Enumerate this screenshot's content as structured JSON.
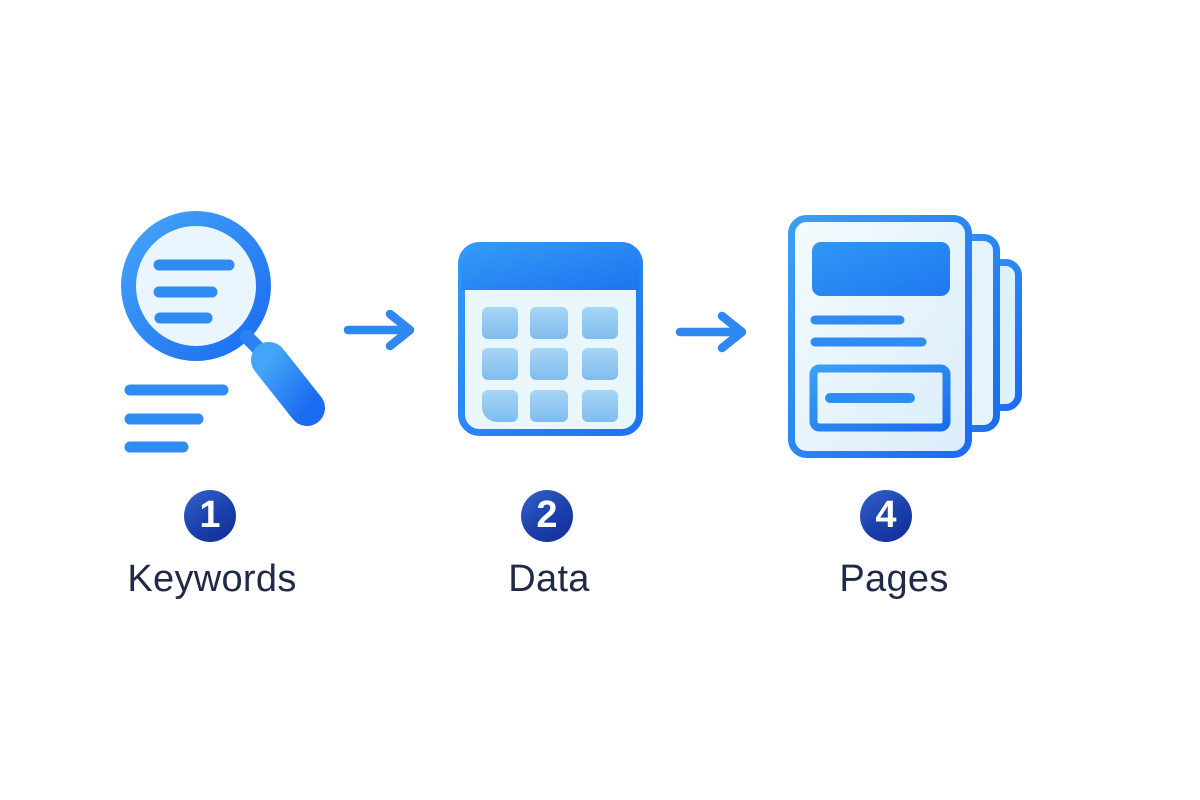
{
  "steps": [
    {
      "badge_number": "1",
      "label": "Keywords",
      "icon": "magnifying-glass-search-icon"
    },
    {
      "badge_number": "2",
      "label": "Data",
      "icon": "table-grid-icon"
    },
    {
      "badge_number": "4",
      "label": "Pages",
      "icon": "stacked-pages-icon"
    }
  ],
  "connectors": [
    {
      "icon": "arrow-right-icon"
    },
    {
      "icon": "arrow-right-icon"
    }
  ],
  "colors": {
    "background": "#ffffff",
    "icon_blue_light": "#41a1f7",
    "icon_blue_dark": "#1b6cf0",
    "icon_blue_flat": "#2e8cf2",
    "icon_fill_light": "#eaf6fd",
    "table_cell_blue_light": "#a6d5f6",
    "table_cell_blue_dark": "#7fbdee",
    "arrow_blue": "#2f87f1",
    "badge_navy_light": "#2f5fc6",
    "badge_navy_dark": "#0f2d96",
    "badge_text": "#ffffff",
    "label_text": "#1e2a47"
  }
}
